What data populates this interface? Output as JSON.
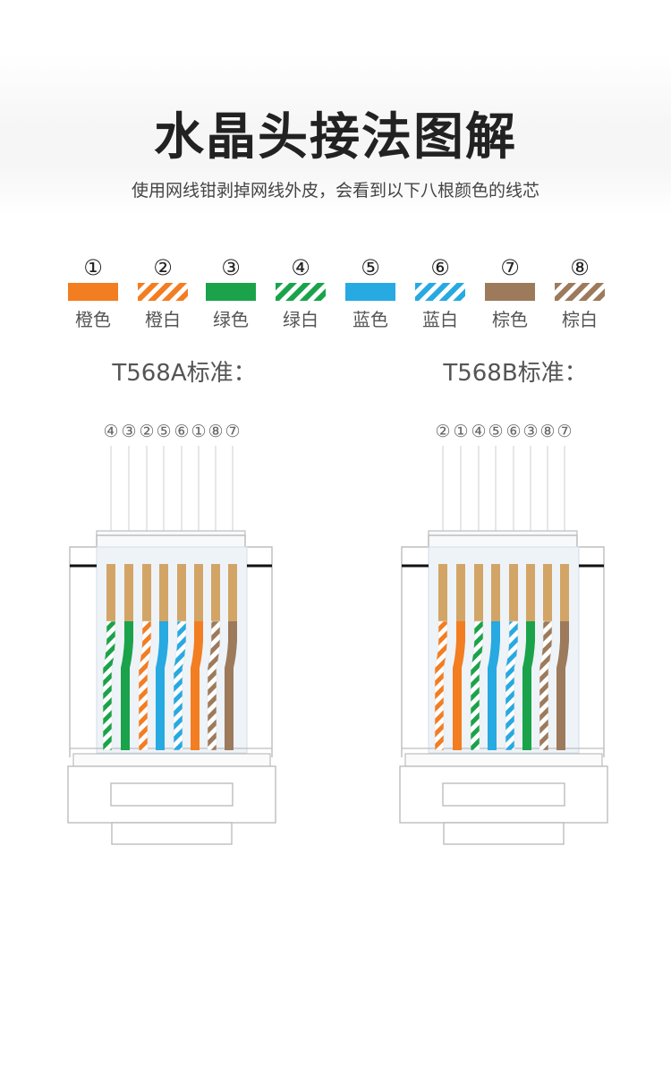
{
  "title": "水晶头接法图解",
  "subtitle": "使用网线钳剥掉网线外皮，会看到以下八根颜色的线芯",
  "colors": {
    "orange": "#f37d21",
    "green": "#1aa34a",
    "blue": "#27a9e1",
    "brown": "#9c7a5b",
    "copper": "#d2a566",
    "connector_line": "#bdbdbd",
    "connector_fill": "#eef3f8"
  },
  "legend": [
    {
      "num": "①",
      "label": "橙色",
      "color": "orange",
      "striped": false
    },
    {
      "num": "②",
      "label": "橙白",
      "color": "orange",
      "striped": true
    },
    {
      "num": "③",
      "label": "绿色",
      "color": "green",
      "striped": false
    },
    {
      "num": "④",
      "label": "绿白",
      "color": "green",
      "striped": true
    },
    {
      "num": "⑤",
      "label": "蓝色",
      "color": "blue",
      "striped": false
    },
    {
      "num": "⑥",
      "label": "蓝白",
      "color": "blue",
      "striped": true
    },
    {
      "num": "⑦",
      "label": "棕色",
      "color": "brown",
      "striped": false
    },
    {
      "num": "⑧",
      "label": "棕白",
      "color": "brown",
      "striped": true
    }
  ],
  "standards": [
    {
      "title": "T568A标准：",
      "order": [
        "④",
        "③",
        "②",
        "⑤",
        "⑥",
        "①",
        "⑧",
        "⑦"
      ]
    },
    {
      "title": "T568B标准：",
      "order": [
        "②",
        "①",
        "④",
        "⑤",
        "⑥",
        "③",
        "⑧",
        "⑦"
      ]
    }
  ]
}
